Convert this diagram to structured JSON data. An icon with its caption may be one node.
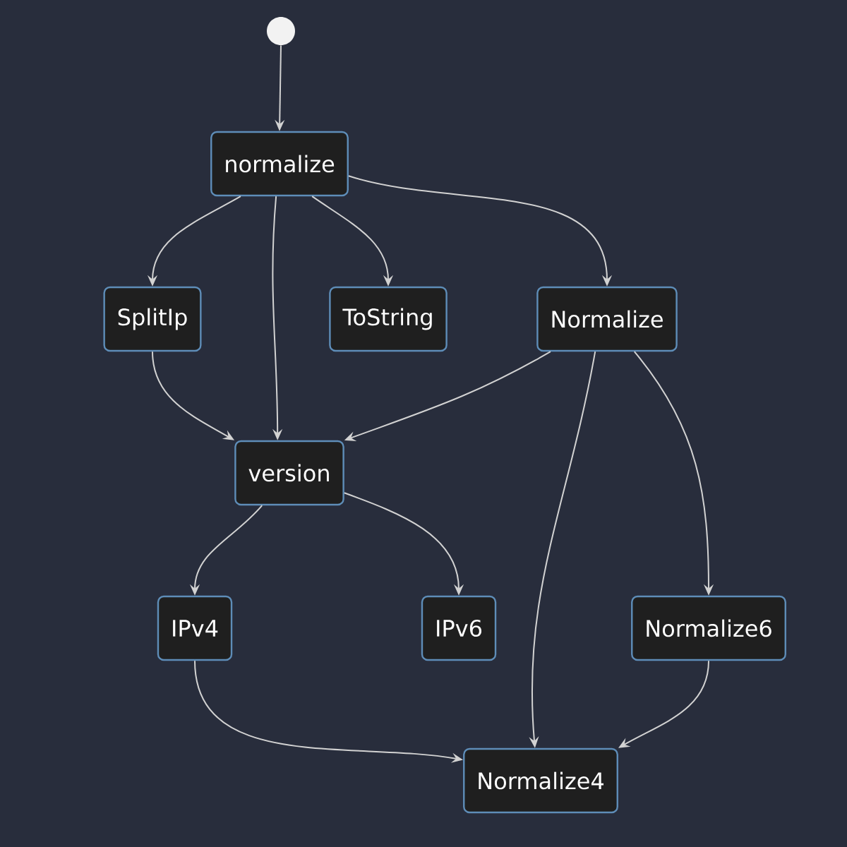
{
  "diagram": {
    "nodes": [
      {
        "text": [],
        "shape": "circle"
      },
      {
        "text": [
          "normalize"
        ]
      },
      {
        "text": [
          "SplitIp"
        ]
      },
      {
        "text": [
          "ToString"
        ]
      },
      {
        "text": [
          "Normalize"
        ]
      },
      {
        "text": [
          "version"
        ]
      },
      {
        "text": [
          "IPv4"
        ]
      },
      {
        "text": [
          "IPv6"
        ]
      },
      {
        "text": [
          "Normalize6"
        ]
      },
      {
        "text": [
          "Normalize4"
        ]
      }
    ],
    "edges": [
      {
        "from": 0,
        "to": 1,
        "arrow": "to"
      },
      {
        "from": 1,
        "to": 2,
        "arrow": "to"
      },
      {
        "from": 1,
        "to": 5,
        "arrow": "to"
      },
      {
        "from": 1,
        "to": 3,
        "arrow": "to"
      },
      {
        "from": 1,
        "to": 4,
        "arrow": "to"
      },
      {
        "from": 2,
        "to": 5,
        "arrow": "to"
      },
      {
        "from": 4,
        "to": 5,
        "arrow": "to"
      },
      {
        "from": 4,
        "to": 9,
        "arrow": "to"
      },
      {
        "from": 4,
        "to": 8,
        "arrow": "to"
      },
      {
        "from": 5,
        "to": 6,
        "arrow": "to"
      },
      {
        "from": 5,
        "to": 7,
        "arrow": "to"
      },
      {
        "from": 6,
        "to": 9,
        "arrow": "to"
      },
      {
        "from": 8,
        "to": 9,
        "arrow": "to"
      }
    ]
  }
}
